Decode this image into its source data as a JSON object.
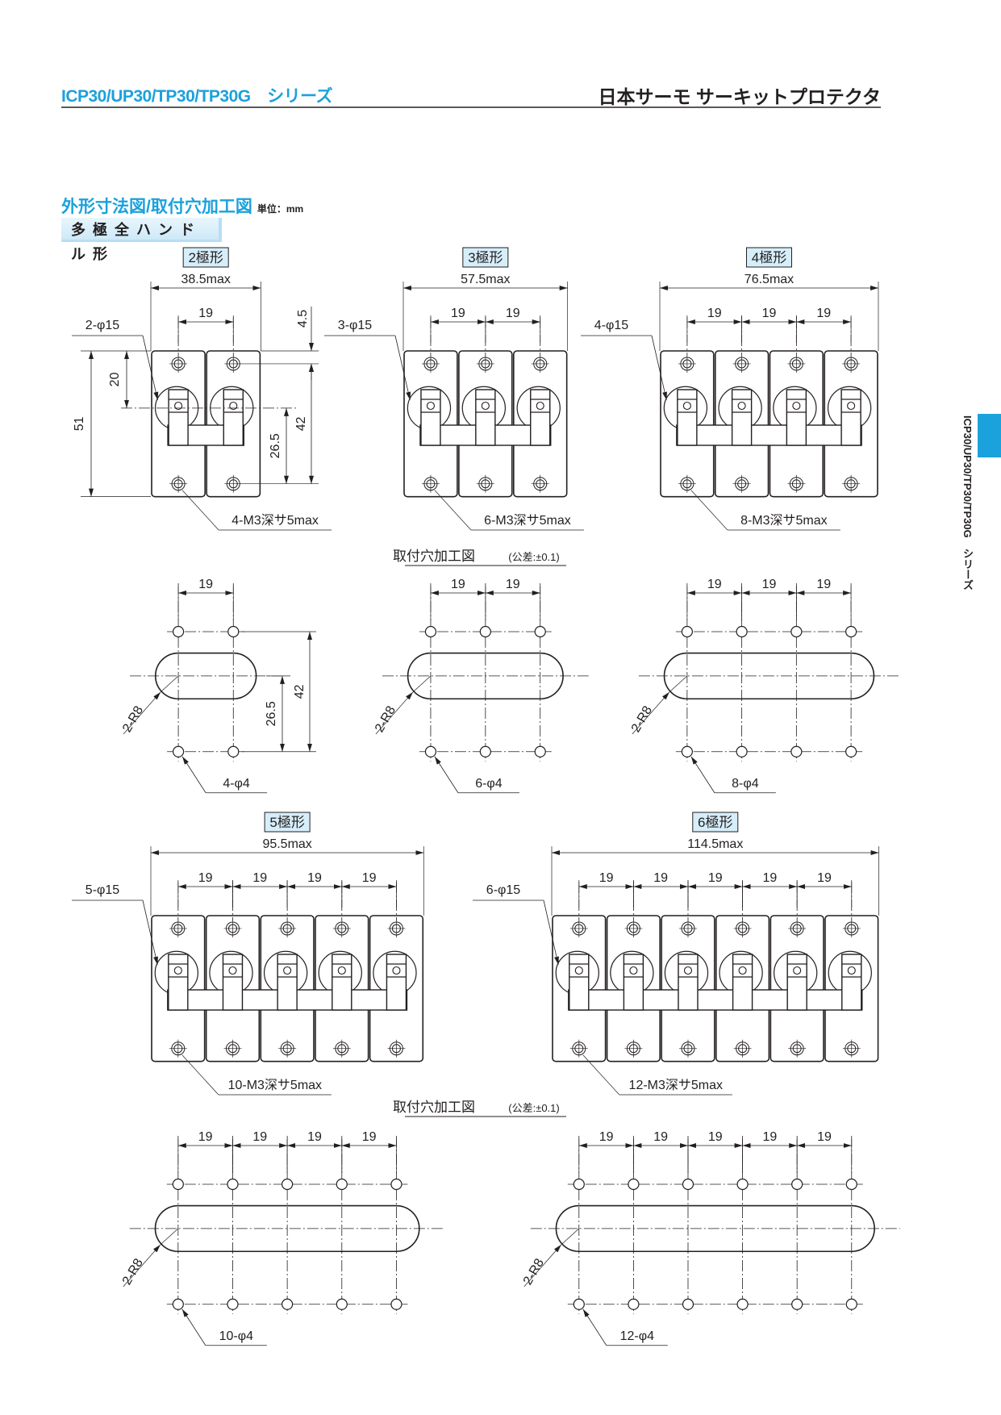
{
  "header": {
    "series": "ICP30/UP30/TP30/TP30G　シリーズ",
    "brand": "日本サーモ サーキットプロテクタ"
  },
  "section": {
    "title": "外形寸法図/取付穴加工図",
    "unit": "単位：mm",
    "subtitle": "多極全ハンドル形"
  },
  "side_tab": {
    "text": "ICP30/UP30/TP30/TP30G　シリーズ",
    "color": "#1ba1dc"
  },
  "mount_caption": {
    "title": "取付穴加工図",
    "tolerance": "(公差:±0.1)"
  },
  "drawings": [
    {
      "label": "2極形",
      "poles": 2,
      "width_dim": "38.5max",
      "pitch": "19",
      "handle_note": "2-φ15",
      "screw_note": "4-M3深サ5max",
      "hole_note": "4-φ4",
      "radius_note": "2-R8"
    },
    {
      "label": "3極形",
      "poles": 3,
      "width_dim": "57.5max",
      "pitch": "19",
      "handle_note": "3-φ15",
      "screw_note": "6-M3深サ5max",
      "hole_note": "6-φ4",
      "radius_note": "2-R8"
    },
    {
      "label": "4極形",
      "poles": 4,
      "width_dim": "76.5max",
      "pitch": "19",
      "handle_note": "4-φ15",
      "screw_note": "8-M3深サ5max",
      "hole_note": "8-φ4",
      "radius_note": "2-R8"
    },
    {
      "label": "5極形",
      "poles": 5,
      "width_dim": "95.5max",
      "pitch": "19",
      "handle_note": "5-φ15",
      "screw_note": "10-M3深サ5max",
      "hole_note": "10-φ4",
      "radius_note": "2-R8"
    },
    {
      "label": "6極形",
      "poles": 6,
      "width_dim": "114.5max",
      "pitch": "19",
      "handle_note": "6-φ15",
      "screw_note": "12-M3深サ5max",
      "hole_note": "12-φ4",
      "radius_note": "2-R8"
    }
  ],
  "two_pole_dims": {
    "height": "51",
    "handle_center": "20",
    "top_offset": "4.5",
    "hole_span": "42",
    "slot_offset": "26.5"
  }
}
